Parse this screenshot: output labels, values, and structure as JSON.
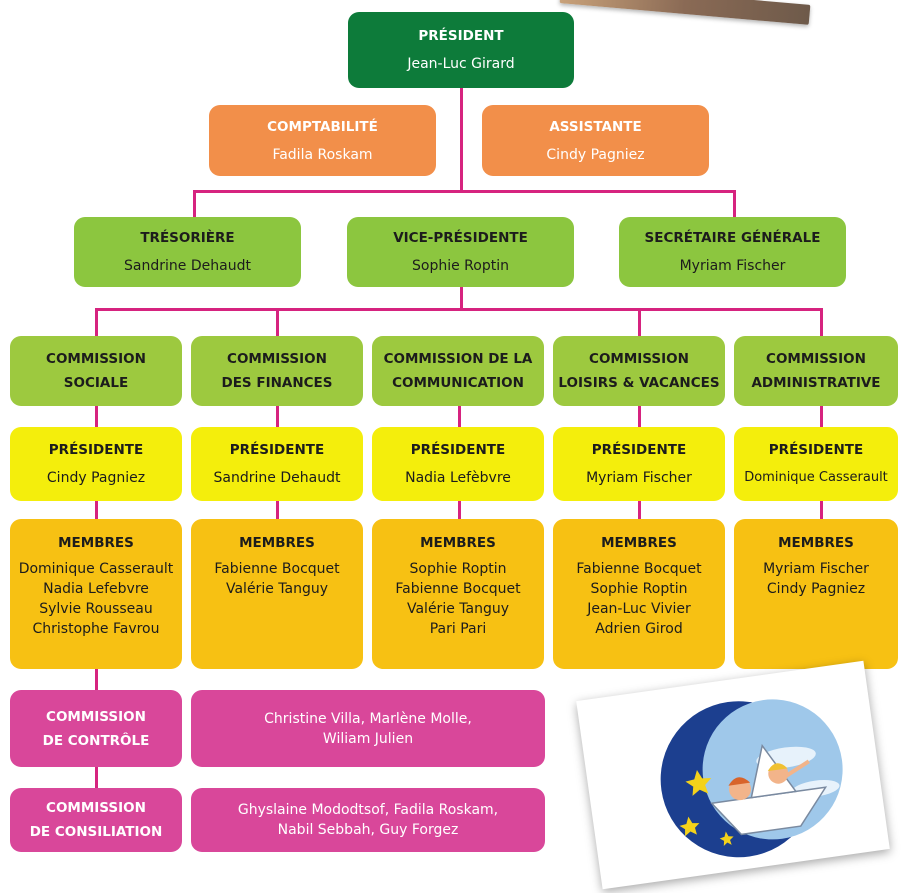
{
  "president": {
    "title": "PRÉSIDENT",
    "name": "Jean-Luc Girard"
  },
  "comptabilite": {
    "title": "COMPTABILITÉ",
    "name": "Fadila Roskam"
  },
  "assistante": {
    "title": "ASSISTANTE",
    "name": "Cindy Pagniez"
  },
  "tresoriere": {
    "title": "TRÉSORIÈRE",
    "name": "Sandrine Dehaudt"
  },
  "vice_presidente": {
    "title": "VICE-PRÉSIDENTE",
    "name": "Sophie Roptin"
  },
  "secretaire": {
    "title": "SECRÉTAIRE GÉNÉRALE",
    "name": "Myriam Fischer"
  },
  "commissions": [
    {
      "line1": "COMMISSION",
      "line2": "SOCIALE",
      "pres_title": "PRÉSIDENTE",
      "pres_name": "Cindy Pagniez",
      "members_title": "MEMBRES",
      "members": [
        "Dominique Casserault",
        "Nadia Lefebvre",
        "Sylvie Rousseau",
        "Christophe Favrou"
      ]
    },
    {
      "line1": "COMMISSION",
      "line2": "DES FINANCES",
      "pres_title": "PRÉSIDENTE",
      "pres_name": "Sandrine Dehaudt",
      "members_title": "MEMBRES",
      "members": [
        "Fabienne Bocquet",
        "Valérie Tanguy"
      ]
    },
    {
      "line1": "COMMISSION DE LA",
      "line2": "COMMUNICATION",
      "pres_title": "PRÉSIDENTE",
      "pres_name": "Nadia Lefèbvre",
      "members_title": "MEMBRES",
      "members": [
        "Sophie Roptin",
        "Fabienne Bocquet",
        "Valérie Tanguy",
        "Pari Pari"
      ]
    },
    {
      "line1": "COMMISSION",
      "line2": "LOISIRS & VACANCES",
      "pres_title": "PRÉSIDENTE",
      "pres_name": "Myriam Fischer",
      "members_title": "MEMBRES",
      "members": [
        "Fabienne Bocquet",
        "Sophie Roptin",
        "Jean-Luc Vivier",
        "Adrien Girod"
      ]
    },
    {
      "line1": "COMMISSION",
      "line2": "ADMINISTRATIVE",
      "pres_title": "PRÉSIDENTE",
      "pres_name": "Dominique Casserault",
      "members_title": "MEMBRES",
      "members": [
        "Myriam Fischer",
        "Cindy Pagniez"
      ]
    }
  ],
  "controle": {
    "line1": "COMMISSION",
    "line2": "DE CONTRÔLE",
    "members": "Christine Villa, Marlène Molle, Wiliam Julien"
  },
  "consiliation": {
    "line1": "COMMISSION",
    "line2": "DE CONSILIATION",
    "members": "Ghyslaine Mododtsof, Fadila Roskam, Nabil Sebbah, Guy Forgez"
  },
  "colors": {
    "president": "#0d7b3a",
    "office": "#f28f4a",
    "bureau": "#8cc63f",
    "commission": "#9dc93f",
    "presidente": "#f4ee0c",
    "membres": "#f7c113",
    "controle": "#d9479a",
    "connector": "#d6237f"
  }
}
